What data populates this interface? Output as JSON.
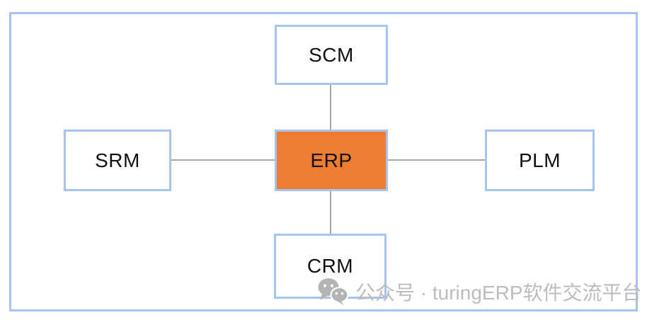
{
  "diagram": {
    "title": "ERP ecosystem diagram",
    "nodes": [
      {
        "id": "erp",
        "label": "ERP",
        "role": "center",
        "fill": "#ed7d31"
      },
      {
        "id": "scm",
        "label": "SCM",
        "role": "top",
        "fill": "#ffffff"
      },
      {
        "id": "srm",
        "label": "SRM",
        "role": "left",
        "fill": "#ffffff"
      },
      {
        "id": "plm",
        "label": "PLM",
        "role": "right",
        "fill": "#ffffff"
      },
      {
        "id": "crm",
        "label": "CRM",
        "role": "bottom",
        "fill": "#ffffff"
      }
    ],
    "edges": [
      [
        "ERP",
        "SCM"
      ],
      [
        "ERP",
        "SRM"
      ],
      [
        "ERP",
        "PLM"
      ],
      [
        "ERP",
        "CRM"
      ]
    ],
    "colors": {
      "node_border": "#a7c3f2",
      "frame_border": "#a7c3f2",
      "center_fill": "#ed7d31",
      "connector": "#a6a6a6",
      "text": "#111111"
    }
  },
  "watermark": {
    "icon": "wechat-icon",
    "text": "公众号 · turingERP软件交流平台",
    "color": "#bcbcbc"
  }
}
